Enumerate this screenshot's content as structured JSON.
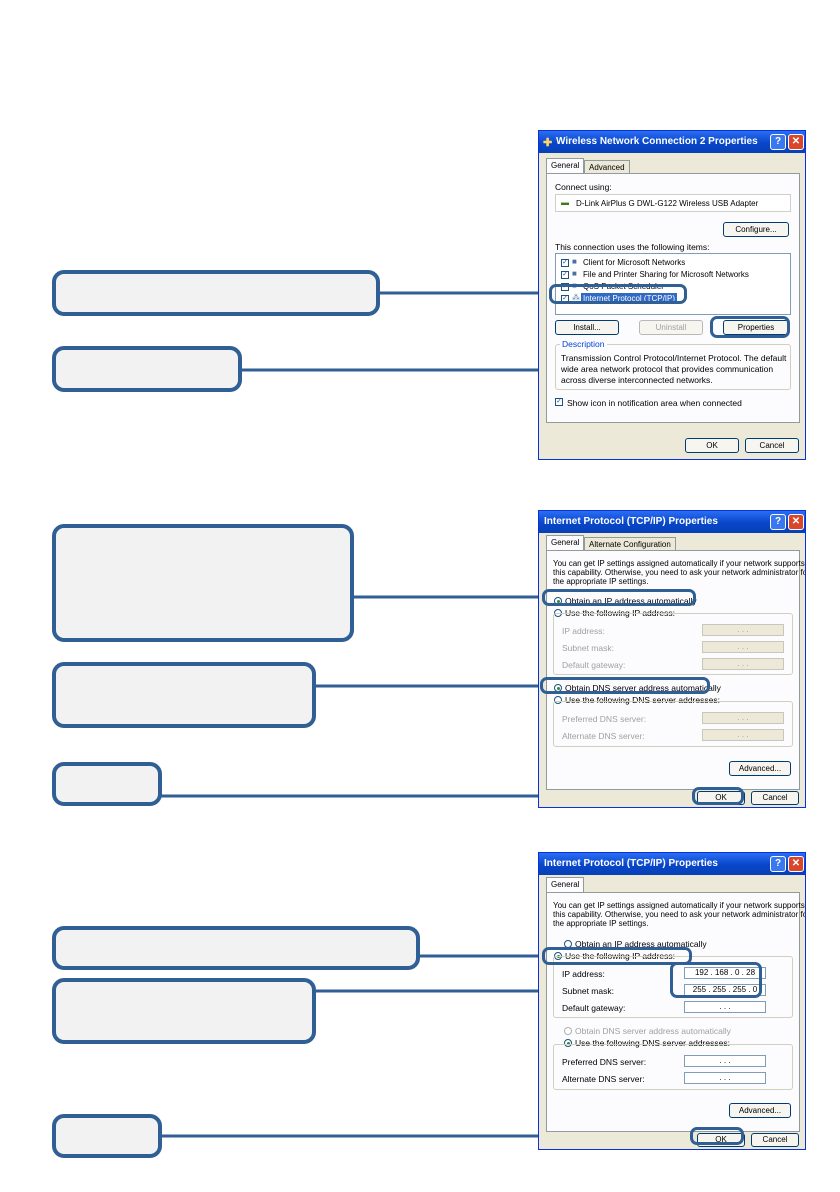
{
  "w1": {
    "title": "Wireless Network Connection 2 Properties",
    "tabs": [
      "General",
      "Advanced"
    ],
    "connect_using_label": "Connect using:",
    "adapter": "D-Link AirPlus G DWL-G122 Wireless USB Adapter",
    "configure": "Configure...",
    "items_label": "This connection uses the following items:",
    "items": [
      "Client for Microsoft Networks",
      "File and Printer Sharing for Microsoft Networks",
      "QoS Packet Scheduler",
      "Internet Protocol (TCP/IP)"
    ],
    "install": "Install...",
    "uninstall": "Uninstall",
    "properties": "Properties",
    "description_label": "Description",
    "description_lines": [
      "Transmission Control Protocol/Internet Protocol. The default",
      "wide area network protocol that provides communication",
      "across diverse interconnected networks."
    ],
    "show_icon": "Show icon in notification area when connected",
    "ok": "OK",
    "cancel": "Cancel"
  },
  "w2": {
    "title": "Internet Protocol (TCP/IP) Properties",
    "tabs": [
      "General",
      "Alternate Configuration"
    ],
    "intro_lines": [
      "You can get IP settings assigned automatically if your network supports",
      "this capability. Otherwise, you need to ask your network administrator for",
      "the appropriate IP settings."
    ],
    "obtain_ip": "Obtain an IP address automatically",
    "use_ip": "Use the following IP address:",
    "ip_label": "IP address:",
    "subnet_label": "Subnet mask:",
    "gateway_label": "Default gateway:",
    "obtain_dns": "Obtain DNS server address automatically",
    "use_dns": "Use the following DNS server addresses:",
    "pref_dns": "Preferred DNS server:",
    "alt_dns": "Alternate DNS server:",
    "advanced": "Advanced...",
    "ok": "OK",
    "cancel": "Cancel"
  },
  "w3": {
    "title": "Internet Protocol (TCP/IP) Properties",
    "tabs": [
      "General"
    ],
    "intro_lines": [
      "You can get IP settings assigned automatically if your network supports",
      "this capability. Otherwise, you need to ask your network administrator for",
      "the appropriate IP settings."
    ],
    "obtain_ip": "Obtain an IP address automatically",
    "use_ip": "Use the following IP address:",
    "ip_label": "IP address:",
    "ip_value": "192 . 168 . 0 . 28",
    "subnet_label": "Subnet mask:",
    "subnet_value": "255 . 255 . 255 . 0",
    "gateway_label": "Default gateway:",
    "gateway_value": ". . .",
    "obtain_dns": "Obtain DNS server address automatically",
    "use_dns": "Use the following DNS server addresses:",
    "pref_dns": "Preferred DNS server:",
    "pref_value": ". . .",
    "alt_dns": "Alternate DNS server:",
    "alt_value": ". . .",
    "advanced": "Advanced...",
    "ok": "OK",
    "cancel": "Cancel"
  },
  "colors": {
    "callout_border": "#2f5f95",
    "callout_fill": "#f2f2f2",
    "titlebar": "#0846c8"
  }
}
